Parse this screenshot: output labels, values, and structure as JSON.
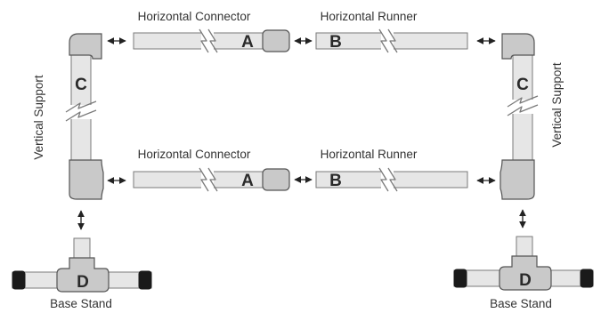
{
  "labels": {
    "horizontal_connector_top": "Horizontal Connector",
    "horizontal_runner_top": "Horizontal Runner",
    "horizontal_connector_bottom": "Horizontal Connector",
    "horizontal_runner_bottom": "Horizontal Runner",
    "vertical_support_left": "Vertical Support",
    "vertical_support_right": "Vertical Support",
    "base_stand_left": "Base Stand",
    "base_stand_right": "Base Stand"
  },
  "letters": {
    "a_top": "A",
    "b_top": "B",
    "c_left": "C",
    "c_right": "C",
    "a_bottom": "A",
    "b_bottom": "B",
    "d_left": "D",
    "d_right": "D"
  }
}
